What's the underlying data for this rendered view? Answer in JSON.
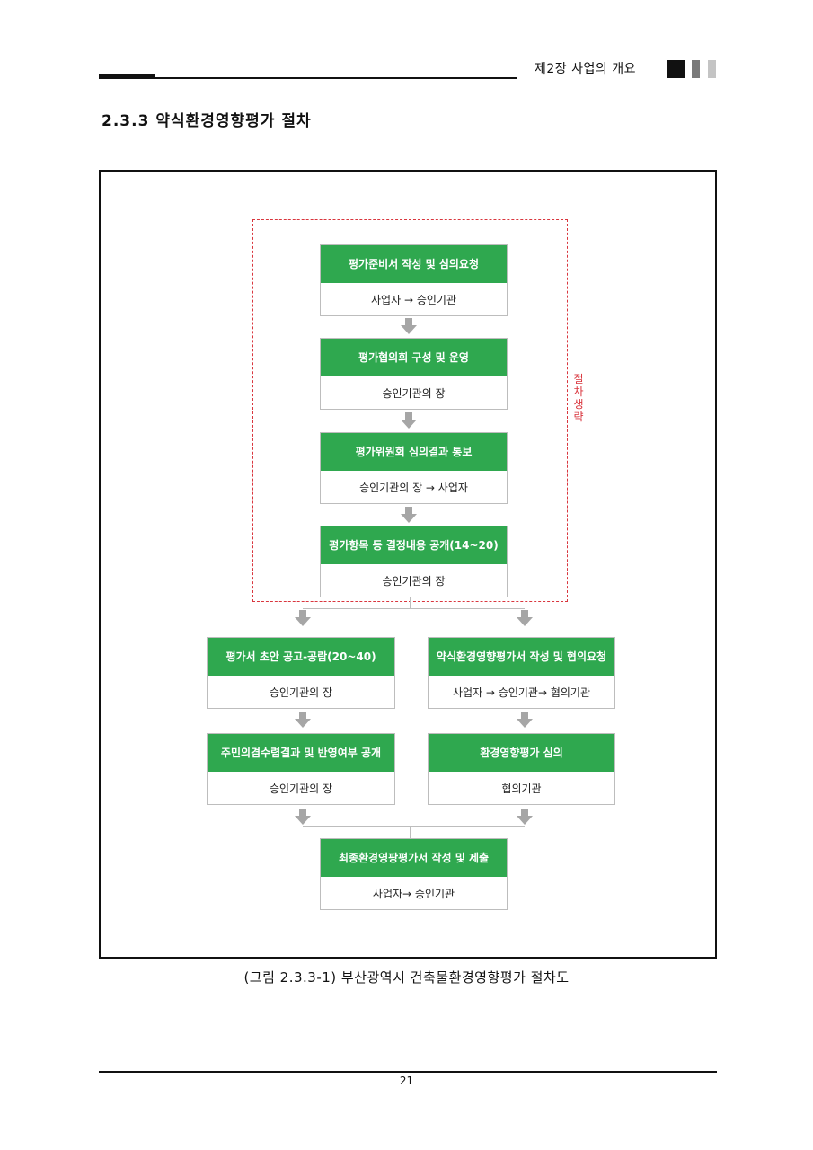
{
  "header": {
    "chapter": "제2장 사업의 개요"
  },
  "section_title": "2.3.3 약식환경영향평가 절차",
  "skip_label": "절차생략",
  "steps": [
    {
      "title": "평가준비서 작성 및 심의요청",
      "actor": "사업자 → 승인기관"
    },
    {
      "title": "평가협의회 구성 및 운영",
      "actor": "승인기관의 장"
    },
    {
      "title": "평가위원회 심의결과 통보",
      "actor": "승인기관의 장 → 사업자"
    },
    {
      "title": "평가항목 등 결정내용 공개(14~20)",
      "actor": "승인기관의 장"
    }
  ],
  "left_branch": [
    {
      "title": "평가서 초안 공고-공람(20~40)",
      "actor": "승인기관의 장"
    },
    {
      "title": "주민의겸수렴결과 및 반영여부 공개",
      "actor": "승인기관의 장"
    }
  ],
  "right_branch": [
    {
      "title": "약식환경영향평가서 작성 및 협의요청",
      "actor": "사업자 → 승인기관→ 협의기관"
    },
    {
      "title": "환경영향평가 심의",
      "actor": "협의기관"
    }
  ],
  "final_step": {
    "title": "최종환경영팡평가서 작성 및 제출",
    "actor": "사업자→ 승인기관"
  },
  "caption": "(그림 2.3.3-1)  부산광역시 건축물환경영향평가 절차도",
  "page_number": "21",
  "colors": {
    "box_header": "#2fa84f",
    "dashed_border": "#d9363e",
    "arrow": "#a6a6a6"
  }
}
